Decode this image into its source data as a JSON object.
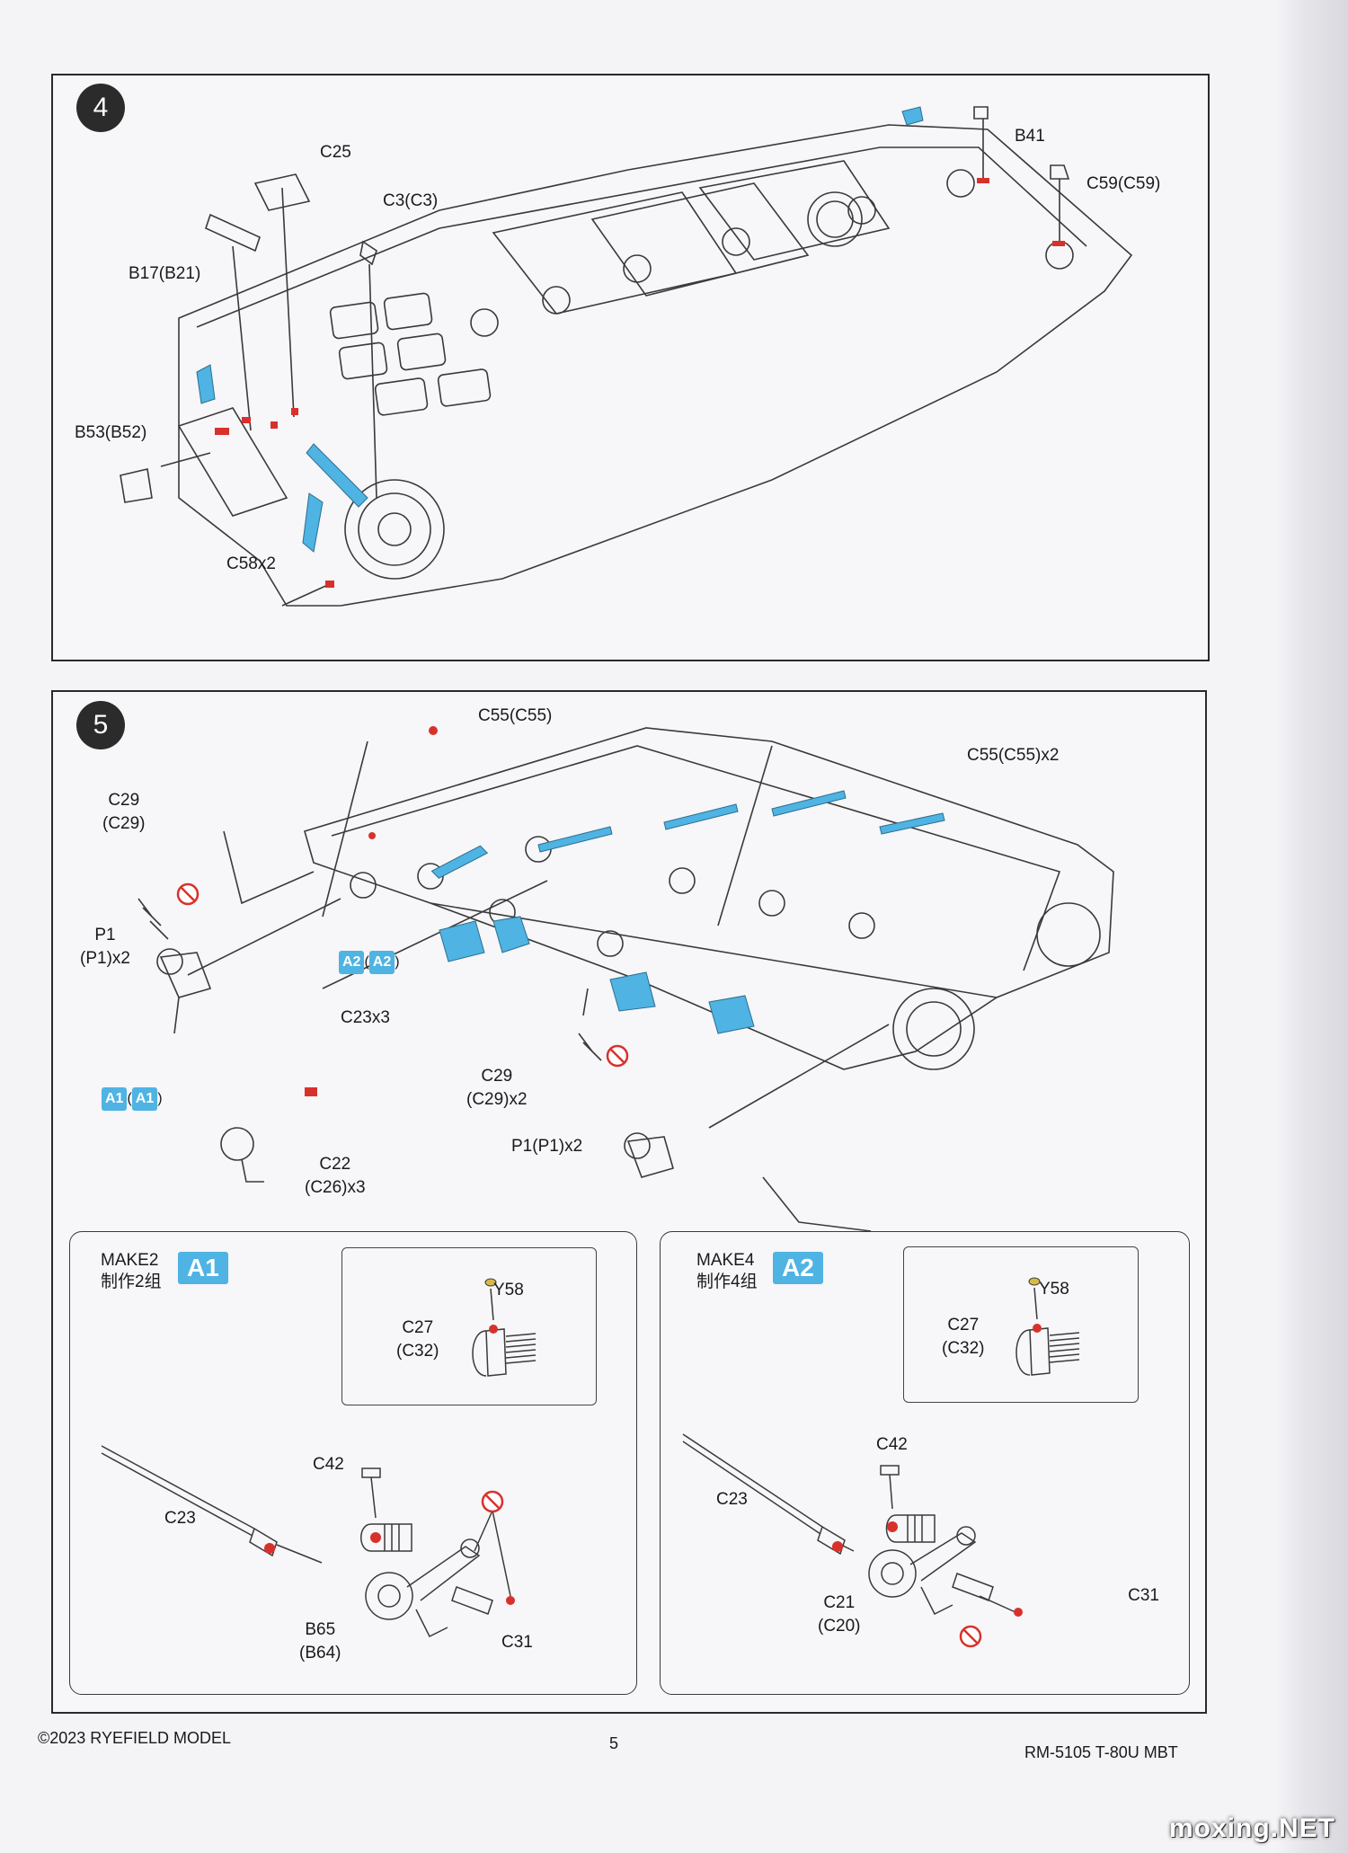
{
  "steps": {
    "step4": {
      "number": "4",
      "callouts": {
        "c25": "C25",
        "c3": "C3(C3)",
        "b41": "B41",
        "c59": "C59(C59)",
        "b17": "B17(B21)",
        "b53": "B53(B52)",
        "c58": "C58x2"
      }
    },
    "step5": {
      "number": "5",
      "callouts": {
        "c55a": "C55(C55)",
        "c55b": "C55(C55)x2",
        "c29a_1": "C29",
        "c29a_2": "(C29)",
        "p1a_1": "P1",
        "p1a_2": "(P1)x2",
        "a2_badge": "A2",
        "a2_badge2": "A2",
        "a1_badge": "A1",
        "a1_badge2": "A1",
        "c23x3": "C23x3",
        "c29b_1": "C29",
        "c29b_2": "(C29)x2",
        "p1b": "P1(P1)x2",
        "c22_1": "C22",
        "c22_2": "(C26)x3"
      },
      "sub_left": {
        "make": "MAKE2",
        "make_cn": "制作2组",
        "badge": "A1",
        "y58": "Y58",
        "c27_1": "C27",
        "c27_2": "(C32)",
        "c42": "C42",
        "c23": "C23",
        "b65_1": "B65",
        "b65_2": "(B64)",
        "c31": "C31"
      },
      "sub_right": {
        "make": "MAKE4",
        "make_cn": "制作4组",
        "badge": "A2",
        "y58": "Y58",
        "c27_1": "C27",
        "c27_2": "(C32)",
        "c42": "C42",
        "c23": "C23",
        "c21_1": "C21",
        "c21_2": "(C20)",
        "c31": "C31"
      }
    }
  },
  "footer": {
    "copyright": "©2023 RYEFIELD MODEL",
    "page": "5",
    "product": "RM-5105 T-80U MBT"
  },
  "watermark": "moxing.NET",
  "colors": {
    "part_highlight": "#4fb3e3",
    "glue_mark": "#d8312c",
    "line": "#3a3a3a"
  },
  "icons": {
    "no_glue": "no-glue-icon"
  }
}
